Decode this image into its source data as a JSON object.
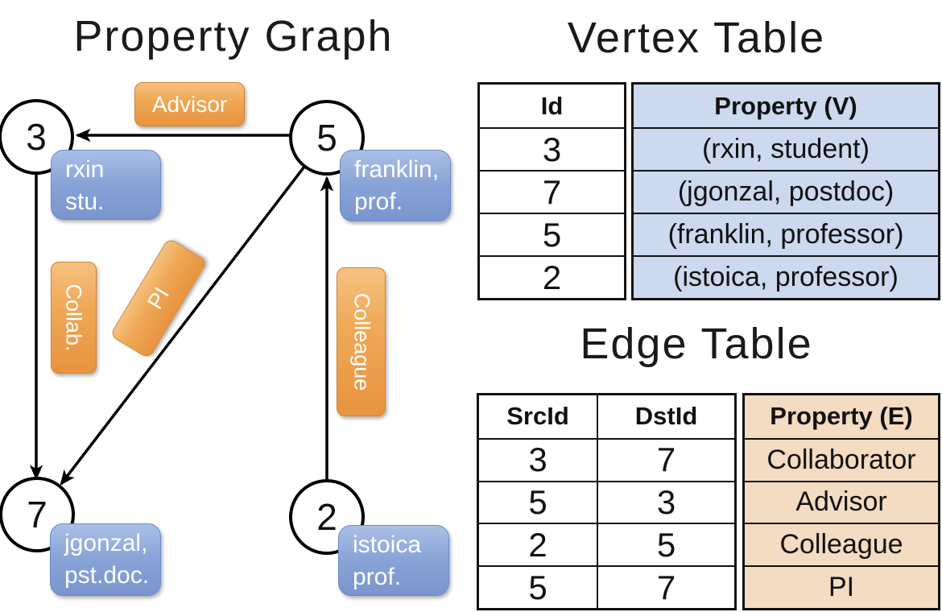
{
  "titles": {
    "graph": "Property Graph",
    "vertex_table": "Vertex Table",
    "edge_table": "Edge Table"
  },
  "graph": {
    "nodes": [
      {
        "id": "3",
        "property_lines": [
          "rxin",
          "stu."
        ]
      },
      {
        "id": "5",
        "property_lines": [
          "franklin,",
          "prof."
        ]
      },
      {
        "id": "7",
        "property_lines": [
          "jgonzal,",
          "pst.doc."
        ]
      },
      {
        "id": "2",
        "property_lines": [
          "istoica",
          "prof."
        ]
      }
    ],
    "edge_labels": {
      "advisor": "Advisor",
      "collab": "Collab.",
      "pi": "PI",
      "colleague": "Colleague"
    }
  },
  "vertex_table": {
    "headers": [
      "Id",
      "Property (V)"
    ],
    "rows": [
      [
        "3",
        "(rxin, student)"
      ],
      [
        "7",
        "(jgonzal, postdoc)"
      ],
      [
        "5",
        "(franklin, professor)"
      ],
      [
        "2",
        "(istoica, professor)"
      ]
    ]
  },
  "edge_table": {
    "headers": [
      "SrcId",
      "DstId",
      "Property (E)"
    ],
    "rows": [
      [
        "3",
        "7",
        "Collaborator"
      ],
      [
        "5",
        "3",
        "Advisor"
      ],
      [
        "2",
        "5",
        "Colleague"
      ],
      [
        "5",
        "7",
        "PI"
      ]
    ]
  },
  "colors": {
    "edge_label_orange": "#eda24e",
    "vertex_box_blue": "#84a0d4",
    "vertex_table_fill": "#cdd9ee",
    "edge_table_fill": "#f3dcc2",
    "line_black": "#000000",
    "box_text_white": "#ffffff"
  }
}
